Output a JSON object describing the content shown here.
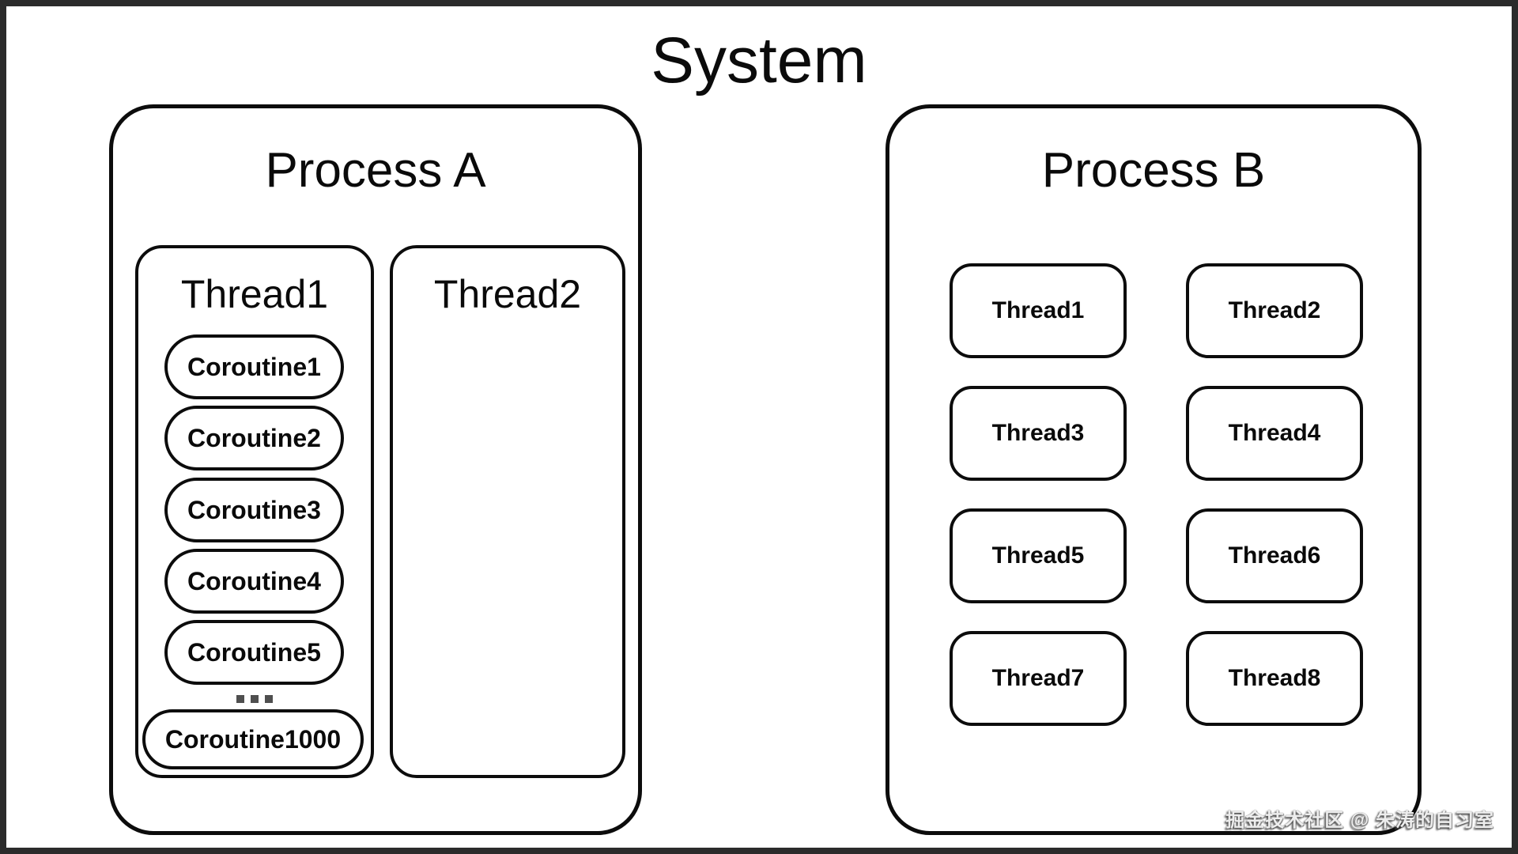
{
  "title": "System",
  "watermark": "掘金技术社区 @ 朱涛的自习室",
  "colors": {
    "stroke": "#0c0c0c",
    "canvas_border": "#2b2b2b",
    "dots": "#4f4f4f",
    "watermark_text": "#ededed",
    "background": "#ffffff"
  },
  "process_a": {
    "label": "Process A",
    "thread1": {
      "label": "Thread1",
      "coroutines": [
        "Coroutine1",
        "Coroutine2",
        "Coroutine3",
        "Coroutine4",
        "Coroutine5"
      ],
      "ellipsis": "...",
      "last_coroutine": "Coroutine1000"
    },
    "thread2": {
      "label": "Thread2"
    }
  },
  "process_b": {
    "label": "Process B",
    "threads": [
      "Thread1",
      "Thread2",
      "Thread3",
      "Thread4",
      "Thread5",
      "Thread6",
      "Thread7",
      "Thread8"
    ]
  }
}
